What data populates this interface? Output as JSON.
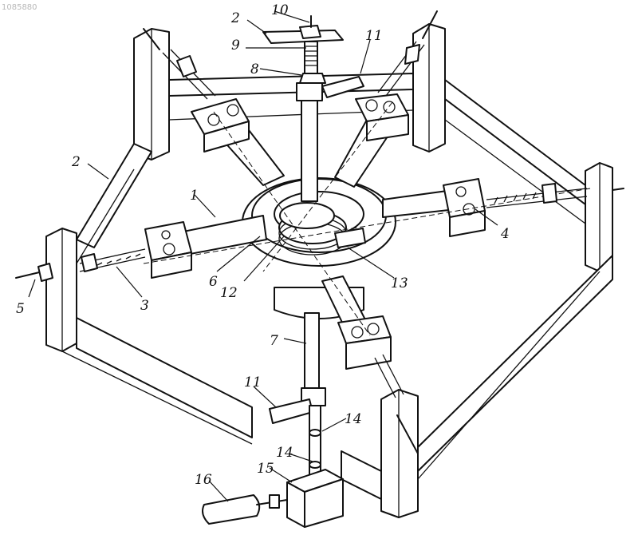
{
  "figure": {
    "reference_number": "1085880",
    "callouts": [
      "1",
      "2",
      "2",
      "3",
      "4",
      "5",
      "6",
      "7",
      "8",
      "9",
      "10",
      "11",
      "11",
      "12",
      "13",
      "14",
      "14",
      "15",
      "16"
    ]
  }
}
